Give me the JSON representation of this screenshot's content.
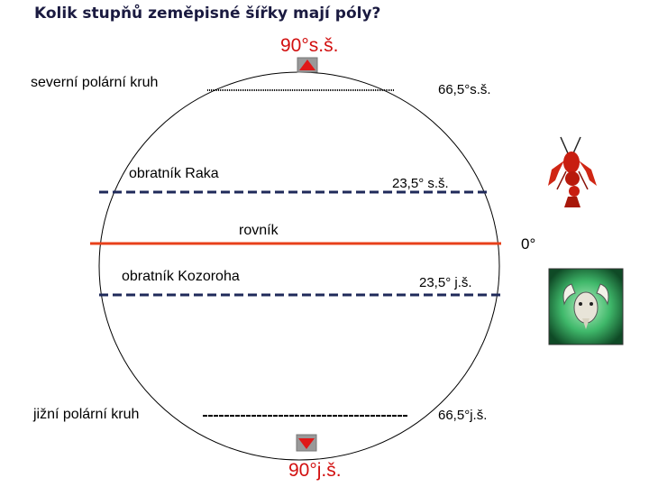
{
  "title": "Kolik stupňů zeměpisné šířky mají póly?",
  "north_pole": "90°s.š.",
  "south_pole": "90°j.š.",
  "equator": {
    "label": "rovník",
    "value": "0°"
  },
  "arctic_circle": {
    "label": "severní polární kruh",
    "value": "66,5°s.š."
  },
  "tropic_cancer": {
    "label": "obratník Raka",
    "value": "23,5° s.š."
  },
  "tropic_capricorn": {
    "label": "obratník Kozoroha",
    "value": "23,5° j.š."
  },
  "antarctic_circle": {
    "label": "jižní polární kruh",
    "value": "66,5°j.š."
  },
  "icons": {
    "cancer": "lobster-icon",
    "capricorn": "capricorn-goat-icon",
    "pole_marker": "triangle-marker-icon"
  },
  "colors": {
    "equator": "#e8401a",
    "pole_text": "#d21010",
    "tropic": "#1f2a5a"
  }
}
